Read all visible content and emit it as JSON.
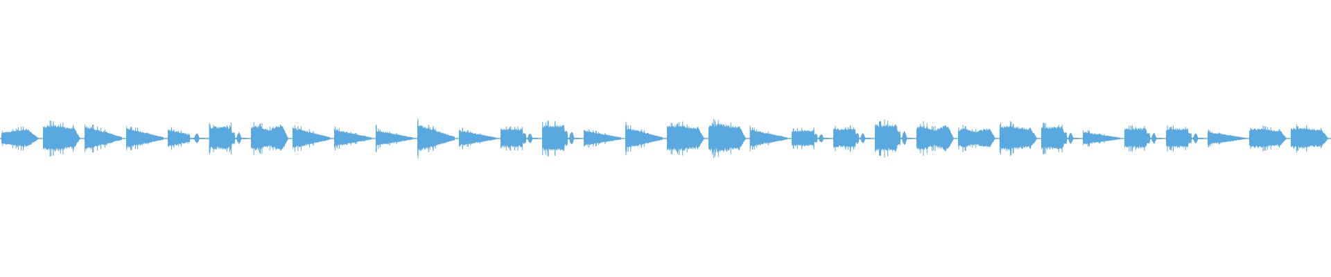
{
  "waveform": {
    "color": "#5aa8e0",
    "segments": [
      {
        "shape": "swell",
        "peak": 0.55
      },
      {
        "shape": "block",
        "peak": 0.75
      },
      {
        "shape": "decay",
        "peak": 0.85
      },
      {
        "shape": "decay",
        "peak": 0.7
      },
      {
        "shape": "decay-blip",
        "peak": 0.65
      },
      {
        "shape": "block-blip",
        "peak": 0.72
      },
      {
        "shape": "buzz",
        "peak": 0.72
      },
      {
        "shape": "decay",
        "peak": 0.72
      },
      {
        "shape": "decay",
        "peak": 0.6
      },
      {
        "shape": "decay",
        "peak": 0.55
      },
      {
        "shape": "decay",
        "peak": 0.95
      },
      {
        "shape": "decay",
        "peak": 0.55
      },
      {
        "shape": "block-blip",
        "peak": 0.6
      },
      {
        "shape": "block-blip",
        "peak": 0.8
      },
      {
        "shape": "decay",
        "peak": 0.55
      },
      {
        "shape": "decay",
        "peak": 0.75
      },
      {
        "shape": "block",
        "peak": 0.75
      },
      {
        "shape": "block",
        "peak": 0.8
      },
      {
        "shape": "decay",
        "peak": 0.6
      },
      {
        "shape": "block-blip",
        "peak": 0.5
      },
      {
        "shape": "block-blip",
        "peak": 0.6
      },
      {
        "shape": "block-blip",
        "peak": 0.85
      },
      {
        "shape": "buzz",
        "peak": 0.7
      },
      {
        "shape": "buzz",
        "peak": 0.55
      },
      {
        "shape": "block",
        "peak": 0.7
      },
      {
        "shape": "block-blip",
        "peak": 0.7
      },
      {
        "shape": "decay",
        "peak": 0.45
      },
      {
        "shape": "block-blip",
        "peak": 0.62
      },
      {
        "shape": "block-blip",
        "peak": 0.6
      },
      {
        "shape": "decay",
        "peak": 0.45
      },
      {
        "shape": "block",
        "peak": 0.55
      },
      {
        "shape": "block",
        "peak": 0.6
      }
    ]
  }
}
